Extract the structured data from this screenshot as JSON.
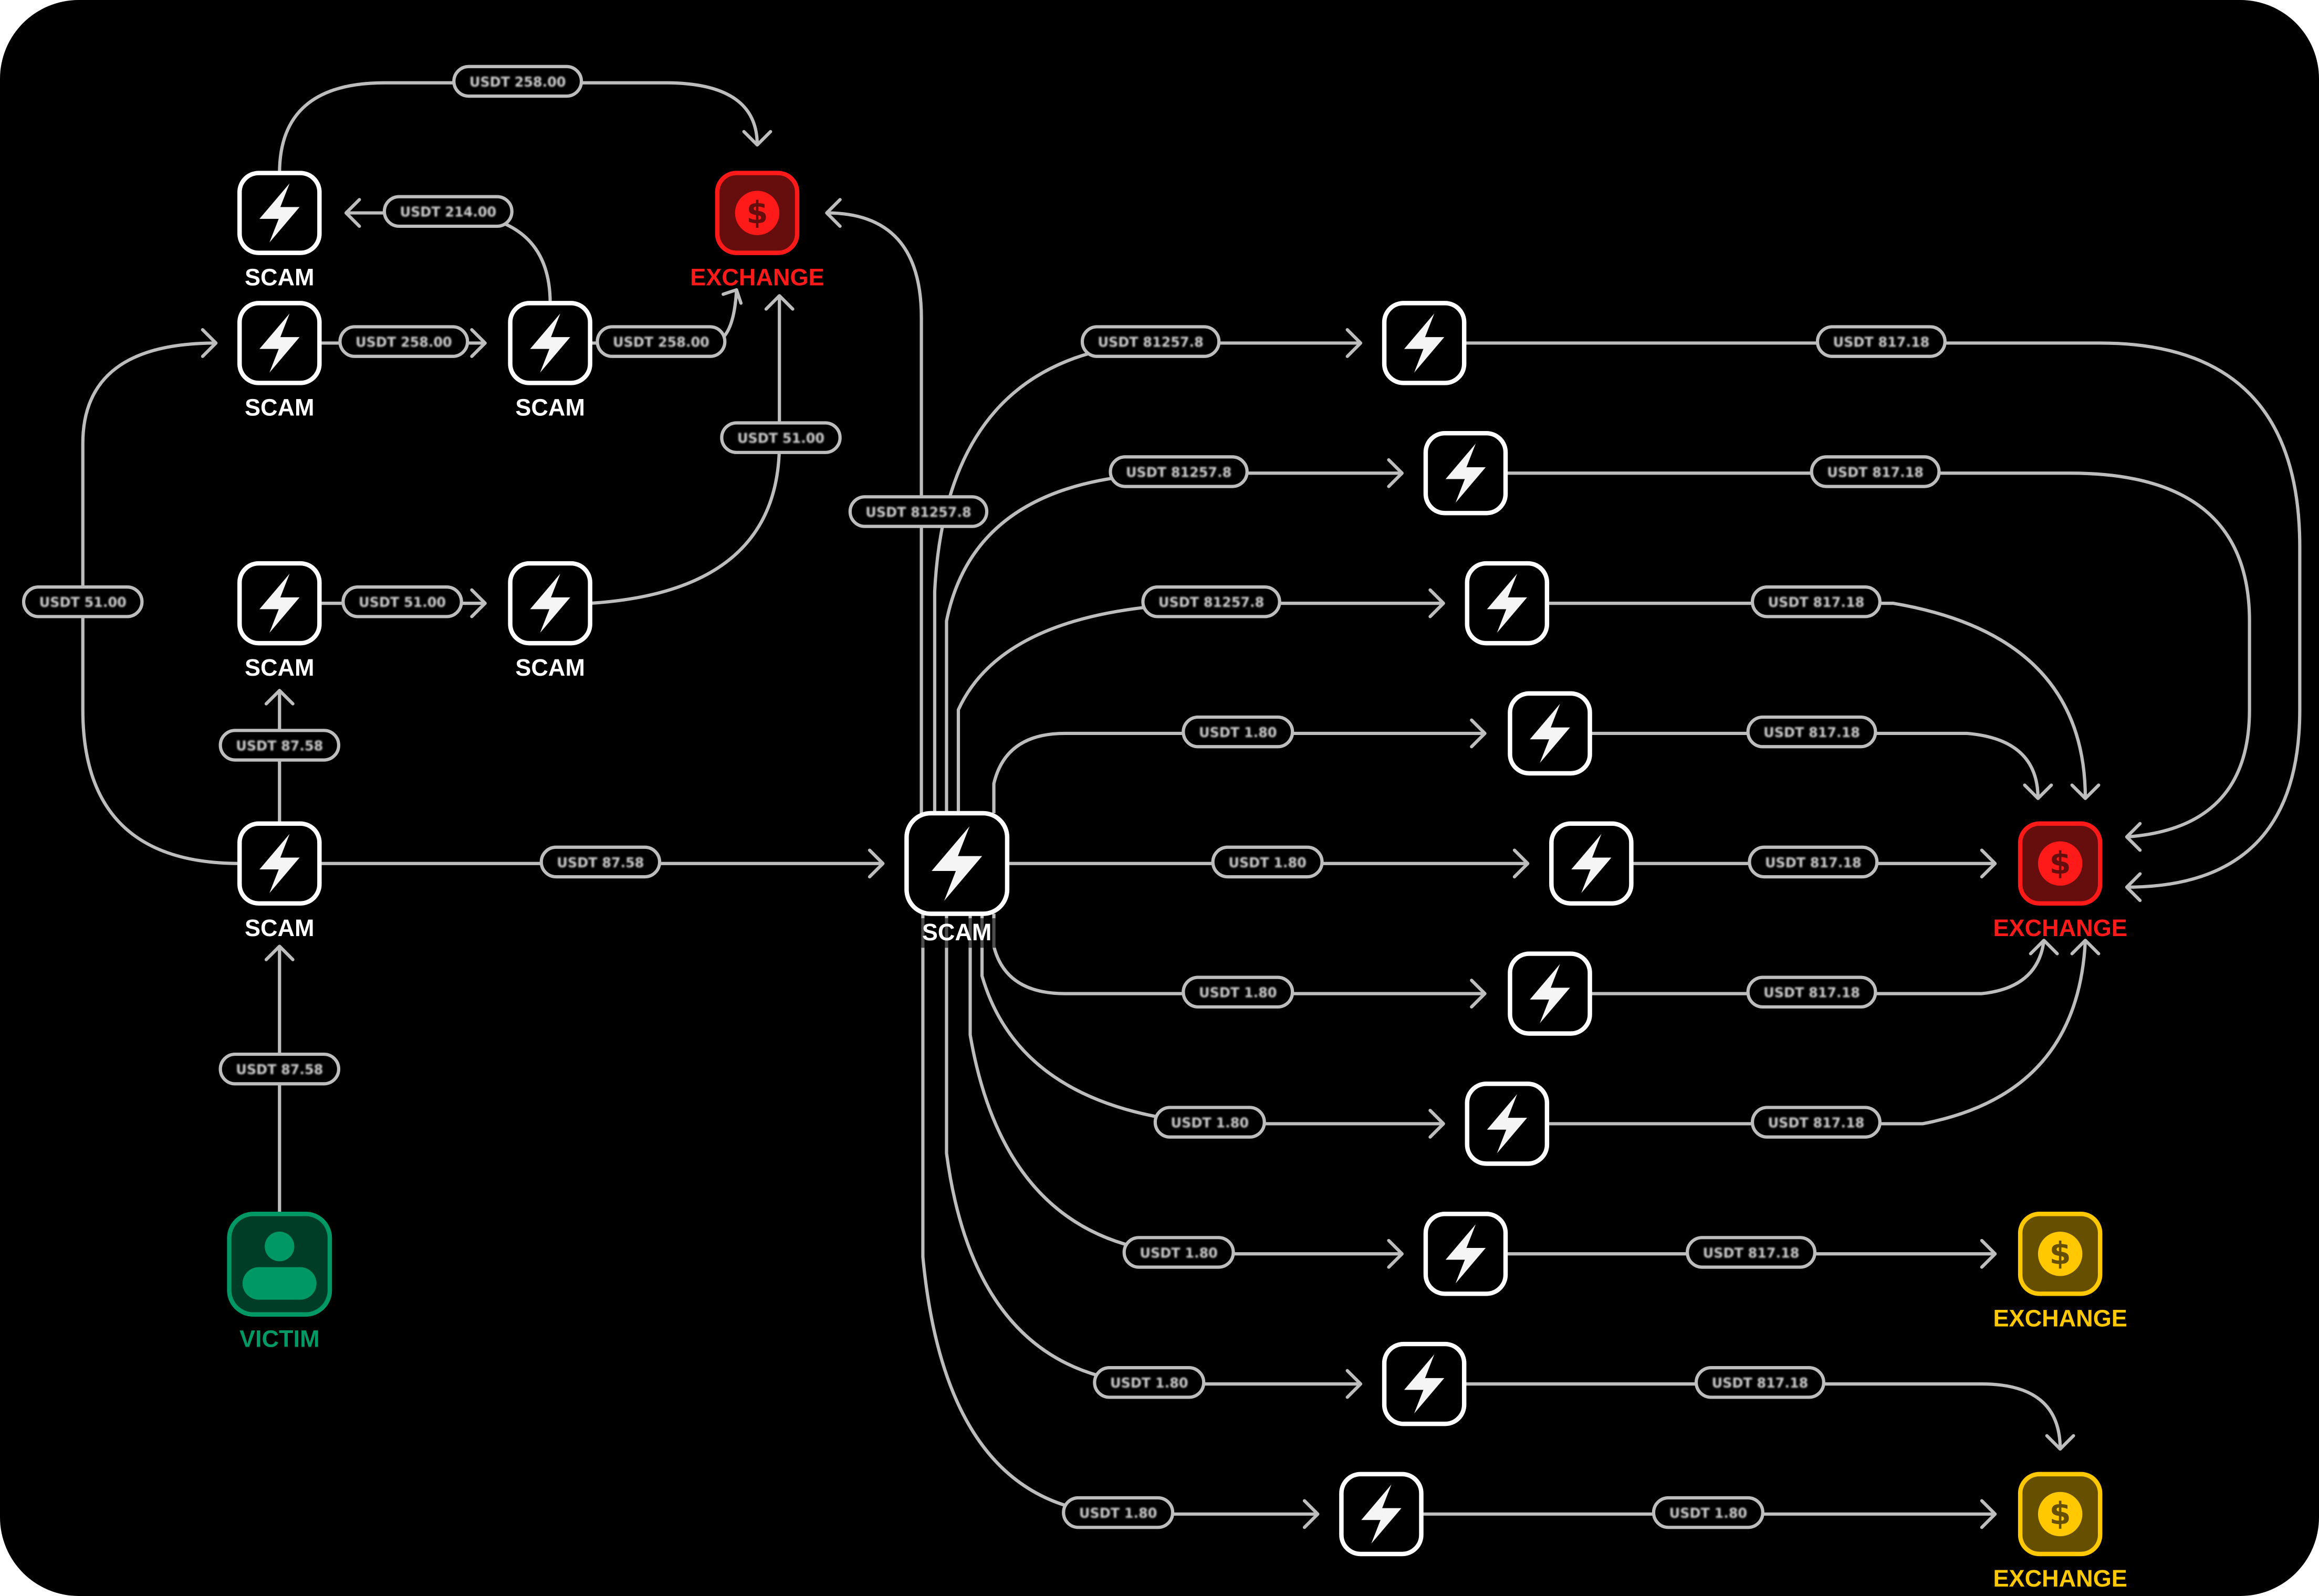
{
  "colors": {
    "background": "#000000",
    "edge": "#bdbdbd",
    "scam": "#ffffff",
    "victim": "#009966",
    "victim_fill": "#003d26",
    "exchange_red": "#ff1a1a",
    "exchange_red_fill": "#660d0d",
    "exchange_yellow": "#ffc800",
    "exchange_yellow_fill": "#665000"
  },
  "nodes": [
    {
      "id": "victim",
      "type": "victim",
      "icon": "person-icon",
      "label": "VICTIM"
    },
    {
      "id": "s1",
      "type": "scam",
      "icon": "lightning-icon",
      "label": "SCAM"
    },
    {
      "id": "s2",
      "type": "scam",
      "icon": "lightning-icon",
      "label": "SCAM"
    },
    {
      "id": "s3",
      "type": "scam",
      "icon": "lightning-icon",
      "label": "SCAM"
    },
    {
      "id": "s4",
      "type": "scam",
      "icon": "lightning-icon",
      "label": "SCAM"
    },
    {
      "id": "s5",
      "type": "scam",
      "icon": "lightning-icon",
      "label": "SCAM"
    },
    {
      "id": "s6",
      "type": "scam",
      "icon": "lightning-icon",
      "label": "SCAM"
    },
    {
      "id": "hub",
      "type": "scam",
      "icon": "lightning-icon",
      "label": "SCAM"
    },
    {
      "id": "ex1",
      "type": "exchange-red",
      "icon": "dollar-icon",
      "label": "EXCHANGE"
    },
    {
      "id": "ex2",
      "type": "exchange-red",
      "icon": "dollar-icon",
      "label": "EXCHANGE"
    },
    {
      "id": "ex3",
      "type": "exchange-yellow",
      "icon": "dollar-icon",
      "label": "EXCHANGE"
    },
    {
      "id": "ex4",
      "type": "exchange-yellow",
      "icon": "dollar-icon",
      "label": "EXCHANGE"
    },
    {
      "id": "r1",
      "type": "scam-unlabeled",
      "icon": "lightning-icon",
      "label": ""
    },
    {
      "id": "r2",
      "type": "scam-unlabeled",
      "icon": "lightning-icon",
      "label": ""
    },
    {
      "id": "r3",
      "type": "scam-unlabeled",
      "icon": "lightning-icon",
      "label": ""
    },
    {
      "id": "r4",
      "type": "scam-unlabeled",
      "icon": "lightning-icon",
      "label": ""
    },
    {
      "id": "r5",
      "type": "scam-unlabeled",
      "icon": "lightning-icon",
      "label": ""
    },
    {
      "id": "r6",
      "type": "scam-unlabeled",
      "icon": "lightning-icon",
      "label": ""
    },
    {
      "id": "r7",
      "type": "scam-unlabeled",
      "icon": "lightning-icon",
      "label": ""
    },
    {
      "id": "r8",
      "type": "scam-unlabeled",
      "icon": "lightning-icon",
      "label": ""
    },
    {
      "id": "r9",
      "type": "scam-unlabeled",
      "icon": "lightning-icon",
      "label": ""
    },
    {
      "id": "r10",
      "type": "scam-unlabeled",
      "icon": "lightning-icon",
      "label": ""
    }
  ],
  "edges": [
    {
      "from": "victim",
      "to": "s5",
      "amount": "USDT 87.58"
    },
    {
      "from": "s5",
      "to": "s3",
      "amount": "USDT 87.58"
    },
    {
      "from": "s5",
      "to": "s2",
      "amount": "USDT 51.00"
    },
    {
      "from": "s5",
      "to": "hub",
      "amount": "USDT 87.58"
    },
    {
      "from": "s1",
      "to": "ex1",
      "amount": "USDT 258.00"
    },
    {
      "from": "s4",
      "to": "s1",
      "amount": "USDT 214.00"
    },
    {
      "from": "s2",
      "to": "s4",
      "amount": "USDT 258.00"
    },
    {
      "from": "s4",
      "to": "ex1",
      "amount": "USDT 258.00"
    },
    {
      "from": "s6",
      "to": "ex1",
      "amount": "USDT 51.00"
    },
    {
      "from": "s3",
      "to": "s6",
      "amount": "USDT 51.00"
    },
    {
      "from": "hub",
      "to": "ex1",
      "amount": "USDT 81257.8"
    },
    {
      "from": "hub",
      "to": "r1",
      "amount": "USDT 81257.8"
    },
    {
      "from": "hub",
      "to": "r2",
      "amount": "USDT 81257.8"
    },
    {
      "from": "hub",
      "to": "r3",
      "amount": "USDT 81257.8"
    },
    {
      "from": "hub",
      "to": "r4",
      "amount": "USDT 1.80"
    },
    {
      "from": "hub",
      "to": "r5",
      "amount": "USDT 1.80"
    },
    {
      "from": "hub",
      "to": "r6",
      "amount": "USDT 1.80"
    },
    {
      "from": "hub",
      "to": "r7",
      "amount": "USDT 1.80"
    },
    {
      "from": "hub",
      "to": "r8",
      "amount": "USDT 1.80"
    },
    {
      "from": "hub",
      "to": "r9",
      "amount": "USDT 1.80"
    },
    {
      "from": "hub",
      "to": "r10",
      "amount": "USDT 1.80"
    },
    {
      "from": "r1",
      "to": "ex2",
      "amount": "USDT 817.18"
    },
    {
      "from": "r2",
      "to": "ex2",
      "amount": "USDT 817.18"
    },
    {
      "from": "r3",
      "to": "ex2",
      "amount": "USDT 817.18"
    },
    {
      "from": "r4",
      "to": "ex2",
      "amount": "USDT 817.18"
    },
    {
      "from": "r5",
      "to": "ex2",
      "amount": "USDT 817.18"
    },
    {
      "from": "r6",
      "to": "ex2",
      "amount": "USDT 817.18"
    },
    {
      "from": "r7",
      "to": "ex2",
      "amount": "USDT 817.18"
    },
    {
      "from": "r8",
      "to": "ex3",
      "amount": "USDT 817.18"
    },
    {
      "from": "r9",
      "to": "ex4",
      "amount": "USDT 817.18"
    },
    {
      "from": "r10",
      "to": "ex4",
      "amount": "USDT 1.80"
    }
  ]
}
